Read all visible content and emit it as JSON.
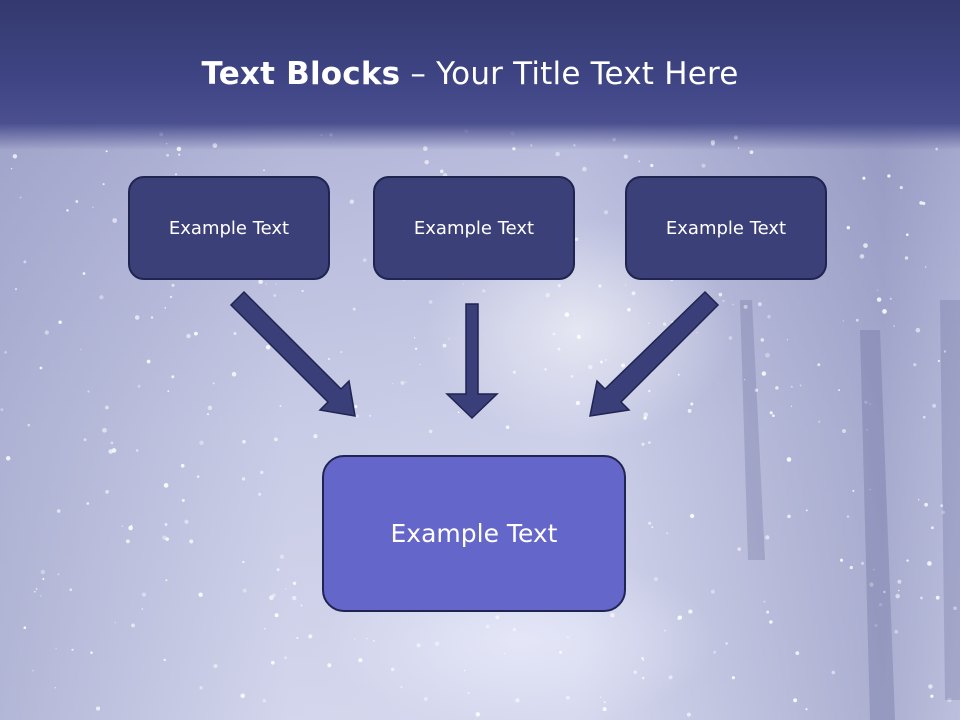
{
  "slide": {
    "title_bold": "Text Blocks",
    "title_rest": " – Your Title Text Here",
    "blocks": [
      {
        "label": "Example Text"
      },
      {
        "label": "Example Text"
      },
      {
        "label": "Example Text"
      }
    ],
    "target": {
      "label": "Example Text"
    },
    "colors": {
      "header": "#3f4585",
      "block_fill": "#3c4078",
      "target_fill": "#6566c9",
      "arrow": "#3a3f7a"
    }
  }
}
